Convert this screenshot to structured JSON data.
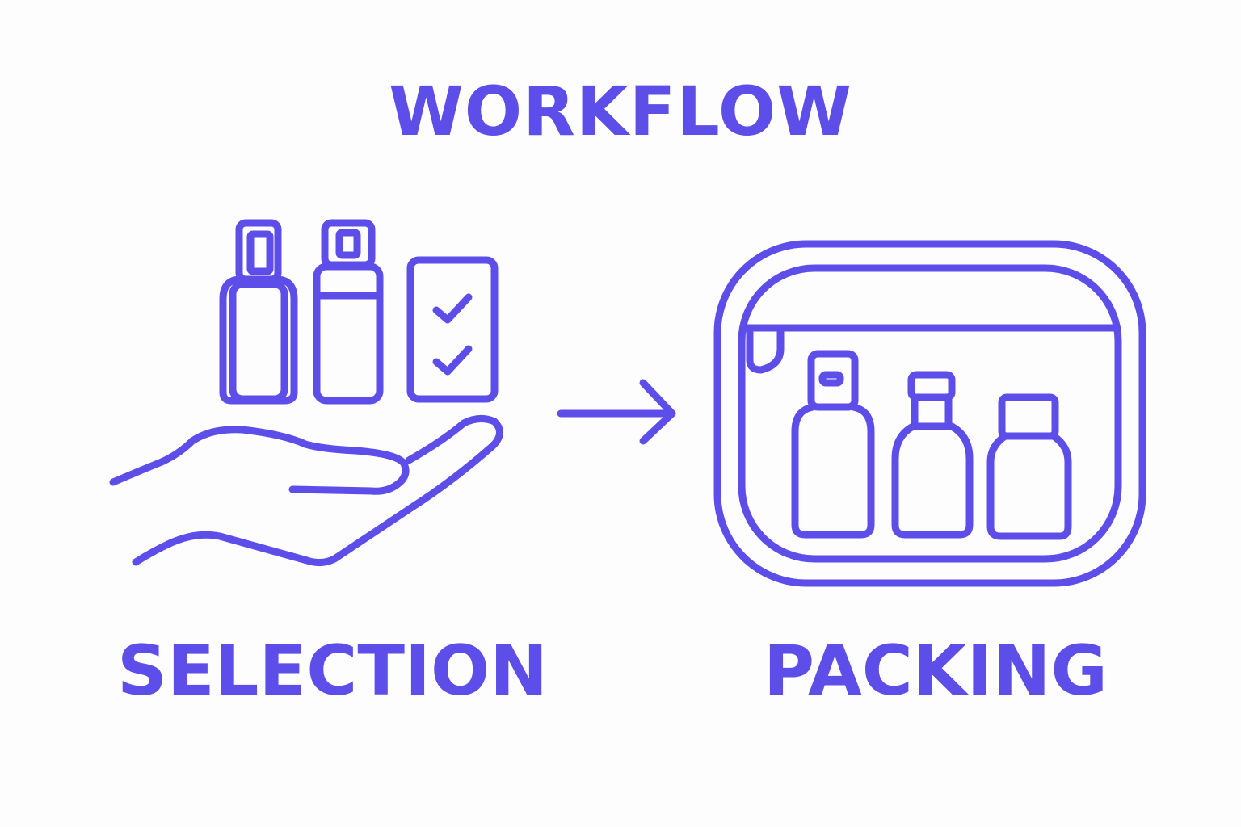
{
  "diagram": {
    "title": "WORKFLOW",
    "steps": [
      {
        "label": "SELECTION",
        "icon": "hand-holding-bottles-icon"
      },
      {
        "label": "PACKING",
        "icon": "toiletry-bag-icon"
      }
    ],
    "connector_icon": "arrow-right-icon"
  },
  "colors": {
    "accent": "#5e4ee9",
    "background": "#fdfdfd"
  }
}
